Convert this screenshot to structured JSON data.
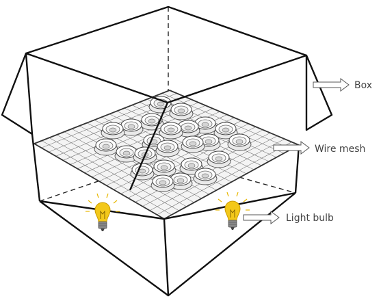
{
  "labels": {
    "box": "Box",
    "wire_mesh": "Wire mesh",
    "light_bulb": "Light bulb"
  },
  "colors": {
    "outline": "#111111",
    "dashed": "#222222",
    "mesh": "#777777",
    "pot": "#555555",
    "bulb_glass": "#f3c81a",
    "bulb_rays": "#e8b800",
    "bulb_base": "#8a8a8a",
    "arrow": "#555555",
    "label_text": "#444444"
  },
  "icons": {
    "bulb": "light-bulb-icon",
    "arrow": "outline-arrow-right-icon"
  }
}
